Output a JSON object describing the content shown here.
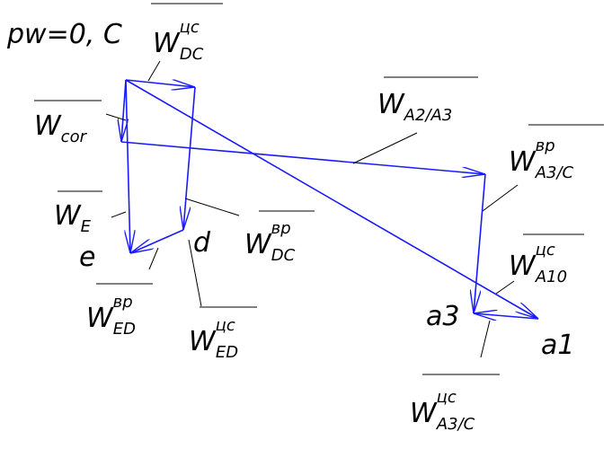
{
  "title": "pw=0, C",
  "colors": {
    "vector": "#1a1aff",
    "leader": "#000000",
    "text": "#000000"
  },
  "labels": {
    "w_dc_cs": {
      "base": "W",
      "sub": "DC",
      "sup": "цс"
    },
    "w_cor": {
      "base": "W",
      "sub": "cor",
      "sup": ""
    },
    "w_a2a3": {
      "base": "W",
      "sub": "A2/A3",
      "sup": ""
    },
    "w_a3c_vr": {
      "base": "W",
      "sub": "A3/C",
      "sup": "вр"
    },
    "w_e": {
      "base": "W",
      "sub": "E",
      "sup": ""
    },
    "w_dc_vr": {
      "base": "W",
      "sub": "DC",
      "sup": "вр"
    },
    "w_a10_cs": {
      "base": "W",
      "sub": "A10",
      "sup": "цс"
    },
    "w_ed_vr": {
      "base": "W",
      "sub": "ED",
      "sup": "вр"
    },
    "w_ed_cs": {
      "base": "W",
      "sub": "ED",
      "sup": "цс"
    },
    "w_a3c_cs": {
      "base": "W",
      "sub": "A3/C",
      "sup": "цс"
    }
  },
  "points": {
    "e": "e",
    "d": "d",
    "a3": "a3",
    "a1": "a1"
  }
}
